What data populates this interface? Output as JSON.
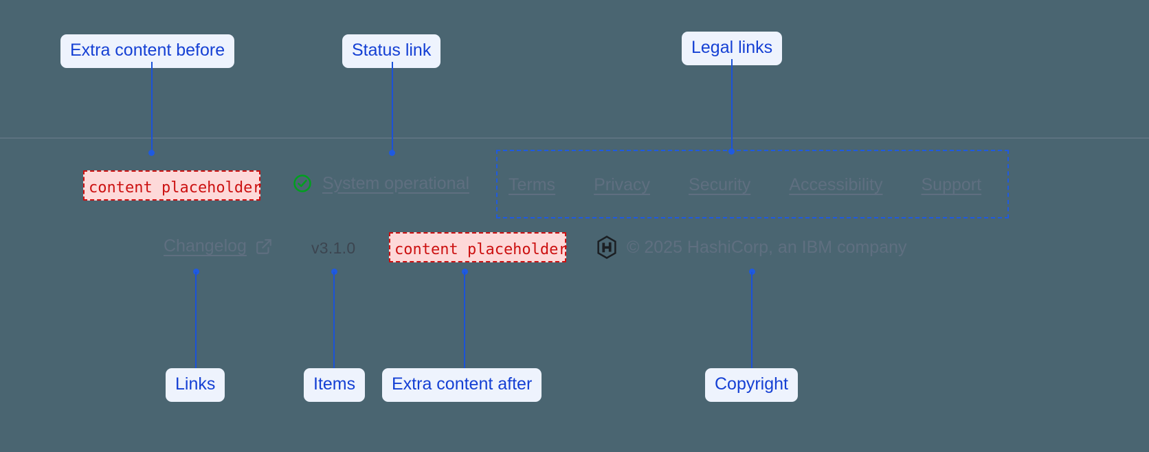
{
  "annotations": {
    "extra_before": "Extra content before",
    "status_link": "Status link",
    "legal_links": "Legal links",
    "links": "Links",
    "items": "Items",
    "extra_after": "Extra content after",
    "copyright": "Copyright"
  },
  "footer": {
    "placeholder_before": "content placeholder",
    "placeholder_after": "content placeholder",
    "status": {
      "icon": "check-circle-icon",
      "label": "System operational"
    },
    "legal": [
      {
        "label": "Terms"
      },
      {
        "label": "Privacy"
      },
      {
        "label": "Security"
      },
      {
        "label": "Accessibility"
      },
      {
        "label": "Support"
      }
    ],
    "changelog": {
      "label": "Changelog",
      "icon": "external-link-icon"
    },
    "version": "v3.1.0",
    "copyright": {
      "logo": "hashicorp-logo",
      "text": "© 2025 HashiCorp, an IBM company"
    }
  },
  "colors": {
    "background": "#4a6571",
    "annotation_blue": "#1540d4",
    "annotation_pill_bg": "#eef3fd",
    "placeholder_red": "#cc1111",
    "placeholder_bg": "#fdd9d9",
    "link_muted": "#5f6f80",
    "status_green": "#00a01e",
    "version_text": "#3c4550"
  }
}
